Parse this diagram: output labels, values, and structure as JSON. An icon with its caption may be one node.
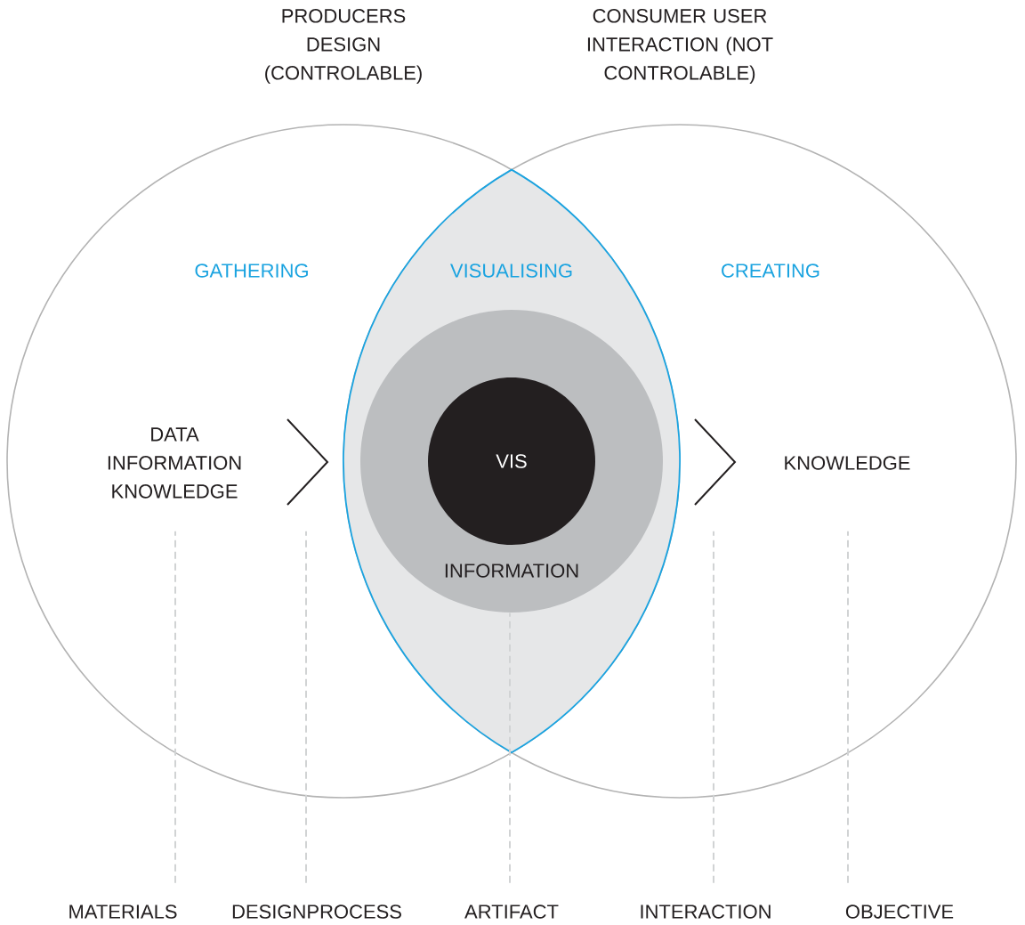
{
  "diagram": {
    "nodes": [
      {
        "text": [
          "PRODUCERS DESIGN (CONTROLABLE)",
          "GATHERING"
        ]
      },
      {
        "text": [
          "CONSUMER USER INTERACTION (NOT CONTROLABLE)",
          "CREATING"
        ]
      },
      {
        "text": [
          "VISUALISING"
        ]
      },
      {
        "text": [
          "INFORMATION"
        ],
        "in": 2
      },
      {
        "text": [
          "VIS"
        ],
        "in": 3
      },
      {
        "text": [
          "DATA INFORMATION KNOWLEDGE"
        ],
        "in": 0
      },
      {
        "text": [
          "KNOWLEDGE"
        ],
        "in": 1
      },
      {
        "text": [
          "MATERIALS"
        ]
      },
      {
        "text": [
          "DESIGNPROCESS"
        ]
      },
      {
        "text": [
          "ARTIFACT"
        ]
      },
      {
        "text": [
          "INTERACTION"
        ]
      },
      {
        "text": [
          "OBJECTIVE"
        ]
      }
    ],
    "edges": [
      {
        "from": 7,
        "to": null,
        "arrow": "none",
        "style": "dashed",
        "color": "#d1d3d4"
      },
      {
        "from": 8,
        "to": null,
        "arrow": "none",
        "style": "dashed",
        "color": "#d1d3d4"
      },
      {
        "from": 9,
        "to": 3,
        "arrow": "none",
        "style": "dashed",
        "color": "#d1d3d4"
      },
      {
        "from": 10,
        "to": null,
        "arrow": "none",
        "style": "dashed",
        "color": "#d1d3d4"
      },
      {
        "from": 11,
        "to": null,
        "arrow": "none",
        "style": "dashed",
        "color": "#d1d3d4"
      }
    ]
  }
}
